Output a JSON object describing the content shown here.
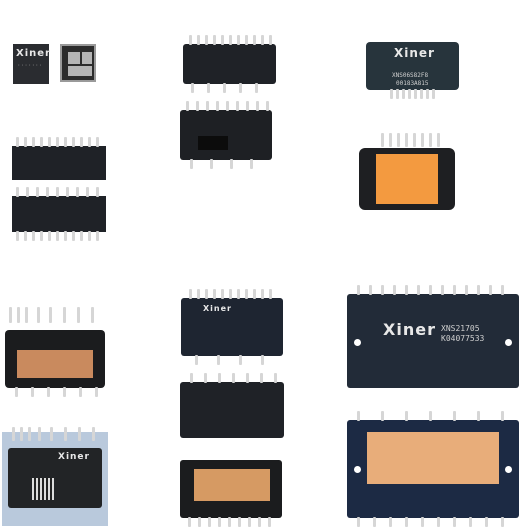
{
  "colors": {
    "body_dark": "#1f2227",
    "body_blue": "#1b2a3f",
    "pin_silver": "#d6d6d6",
    "copper": "#c98a5e",
    "orange": "#f39a40"
  },
  "products": [
    {
      "brand": "Xiner",
      "part_line1": "",
      "part_line2": ""
    },
    {
      "brand": "",
      "part_line1": "",
      "part_line2": ""
    },
    {
      "brand": "Xiner",
      "part_line1": "XNS06S82F8",
      "part_line2": "00183A815"
    },
    {
      "brand": "Xiner",
      "part_line1": "XNS21705",
      "part_line2": "K04077533"
    },
    {
      "brand": "Xiner",
      "part_line1": "",
      "part_line2": ""
    },
    {
      "brand": "Xiner",
      "part_line1": "",
      "part_line2": ""
    }
  ]
}
